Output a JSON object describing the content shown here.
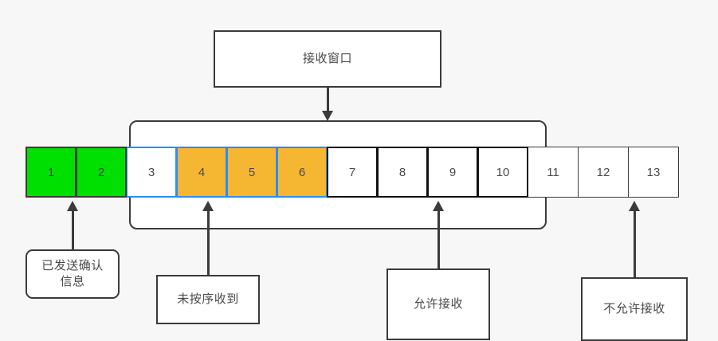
{
  "diagram": {
    "title_box": {
      "label": "接收窗口"
    },
    "sequence": {
      "cells": [
        {
          "label": "1",
          "state": "ack"
        },
        {
          "label": "2",
          "state": "ack"
        },
        {
          "label": "3",
          "state": "inwin-empty"
        },
        {
          "label": "4",
          "state": "outoforder"
        },
        {
          "label": "5",
          "state": "outoforder"
        },
        {
          "label": "6",
          "state": "outoforder"
        },
        {
          "label": "7",
          "state": "allowed"
        },
        {
          "label": "8",
          "state": "allowed"
        },
        {
          "label": "9",
          "state": "allowed"
        },
        {
          "label": "10",
          "state": "allowed"
        },
        {
          "label": "11",
          "state": "notallowed"
        },
        {
          "label": "12",
          "state": "notallowed"
        },
        {
          "label": "13",
          "state": "notallowed"
        }
      ]
    },
    "callouts": [
      {
        "id": "ack",
        "label": "已发送确认\n信息"
      },
      {
        "id": "outoforder",
        "label": "未按序收到"
      },
      {
        "id": "allowed",
        "label": "允许接收"
      },
      {
        "id": "notallowed",
        "label": "不允许接收"
      }
    ],
    "colors": {
      "background": "#f7f7f7",
      "acknowledged": "#00e000",
      "out_of_order": "#f5b731",
      "window_border": "#2d8cf0",
      "box_border": "#3b3b3b",
      "allowed_border": "#111111",
      "text": "#4a4a4a"
    }
  }
}
